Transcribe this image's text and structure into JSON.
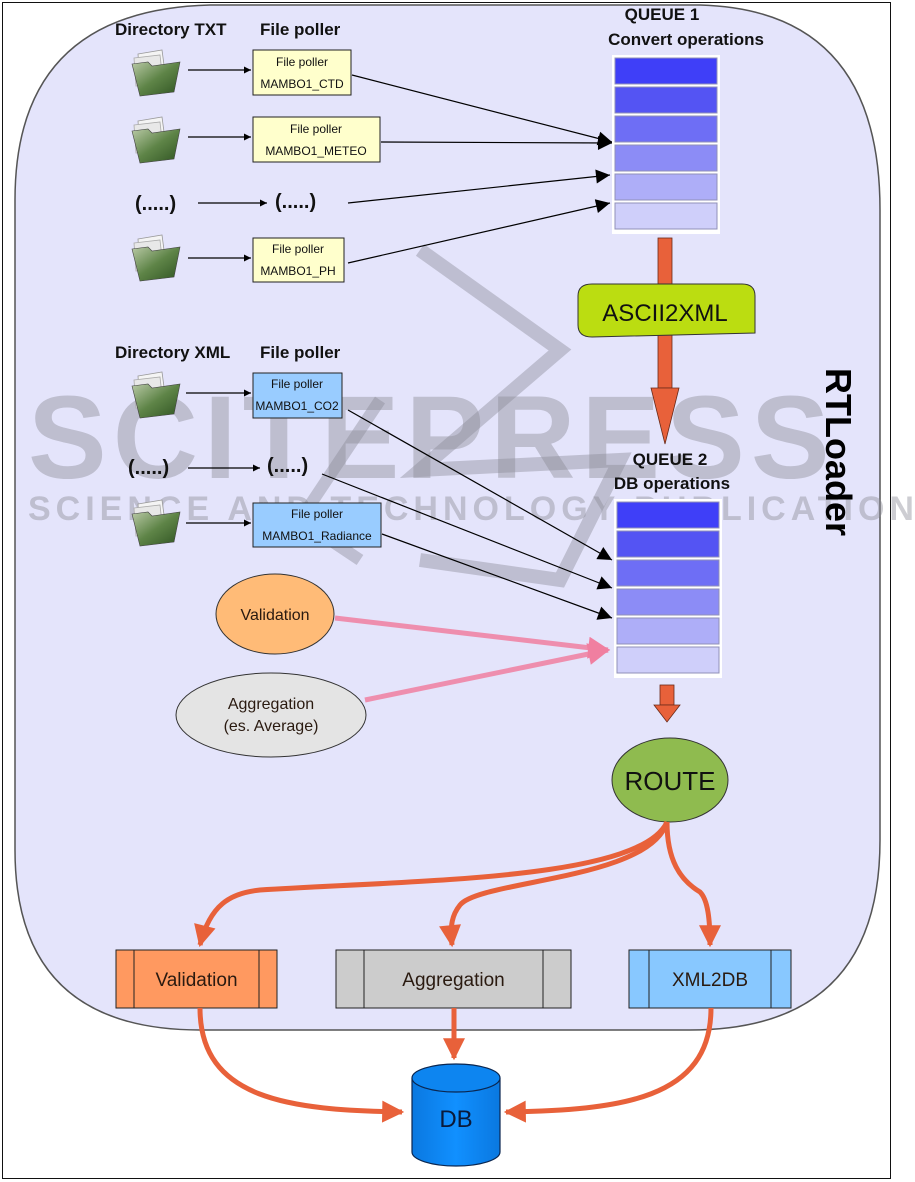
{
  "container": {
    "title": "RTLoader",
    "fill": "#e4e4fb"
  },
  "txt_section": {
    "directory_header": "Directory TXT",
    "poller_header": "File poller",
    "pollers": [
      {
        "line1": "File poller",
        "line2": "MAMBO1_CTD"
      },
      {
        "line1": "File poller",
        "line2": "MAMBO1_METEO"
      },
      {
        "placeholder": "(.....)",
        "source_placeholder": "(.....)"
      },
      {
        "line1": "File poller",
        "line2": "MAMBO1_PH"
      }
    ],
    "poller_fill": "#ffffcc"
  },
  "xml_section": {
    "directory_header": "Directory XML",
    "poller_header": "File poller",
    "pollers": [
      {
        "line1": "File poller",
        "line2": "MAMBO1_CO2"
      },
      {
        "placeholder": "(.....)",
        "source_placeholder": "(.....)"
      },
      {
        "line1": "File poller",
        "line2": "MAMBO1_Radiance"
      }
    ],
    "poller_fill": "#99ccff"
  },
  "queue1": {
    "title": "QUEUE 1",
    "subtitle": "Convert operations",
    "slots": 6,
    "slot_colors": [
      "#3f3ff8",
      "#5454f3",
      "#6e6ef5",
      "#8c8cf6",
      "#aeaef8",
      "#cfcffa"
    ]
  },
  "queue2": {
    "title": "QUEUE 2",
    "subtitle": "DB operations",
    "slots": 6,
    "slot_colors": [
      "#3f3ff8",
      "#5454f3",
      "#6e6ef5",
      "#8c8cf6",
      "#aeaef8",
      "#cfcffa"
    ]
  },
  "converter": {
    "label": "ASCII2XML",
    "fill": "#bbdd11"
  },
  "sources": {
    "validation": {
      "label": "Validation",
      "fill": "#ffbb77"
    },
    "aggregation": {
      "line1": "Aggregation",
      "line2": "(es. Average)",
      "fill": "#e4e4e4"
    }
  },
  "router": {
    "label": "ROUTE",
    "fill": "#8fbb4f"
  },
  "processes": [
    {
      "label": "Validation",
      "fill": "#ff9960"
    },
    {
      "label": "Aggregation",
      "fill": "#cccccc"
    },
    {
      "label": "XML2DB",
      "fill": "#88c8ff"
    }
  ],
  "database": {
    "label": "DB",
    "fill": "#0d85f0"
  },
  "arrow_color": "#e8613a",
  "pink_arrow_color": "#f07fa0",
  "watermark": {
    "main": "SCITEPRESS",
    "sub": "SCIENCE AND TECHNOLOGY PUBLICATIONS"
  }
}
